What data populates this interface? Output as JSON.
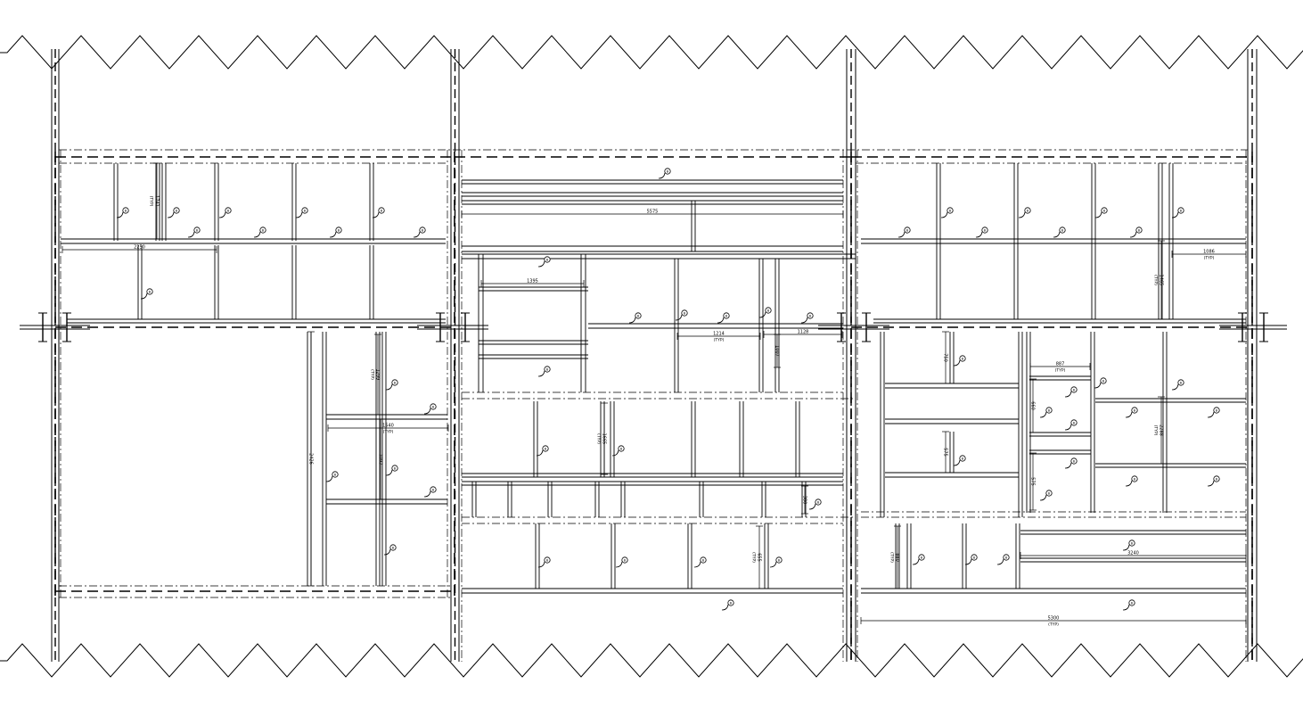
{
  "drawing": {
    "dimensions": [
      {
        "id": "d-2250",
        "text": "2250",
        "typ": false
      },
      {
        "id": "d-5575",
        "text": "5575",
        "typ": false
      },
      {
        "id": "d-1395",
        "text": "1395",
        "typ": false
      },
      {
        "id": "d-1214",
        "text": "1214",
        "typ": true
      },
      {
        "id": "d-1128",
        "text": "1128",
        "typ": false
      },
      {
        "id": "d-1007",
        "text": "1007",
        "typ": false
      },
      {
        "id": "d-1540",
        "text": "1540",
        "typ": true
      },
      {
        "id": "d-1741",
        "text": "1741",
        "typ": true
      },
      {
        "id": "d-1299",
        "text": "1299",
        "typ": true
      },
      {
        "id": "d-1665",
        "text": "1665",
        "typ": true
      },
      {
        "id": "d-1086",
        "text": "1086",
        "typ": true
      },
      {
        "id": "d-1465",
        "text": "1465",
        "typ": true
      },
      {
        "id": "d-887",
        "text": "887",
        "typ": true
      },
      {
        "id": "d-2288",
        "text": "2288",
        "typ": true
      },
      {
        "id": "d-3240",
        "text": "3240",
        "typ": false
      },
      {
        "id": "d-5300",
        "text": "5300",
        "typ": true
      },
      {
        "id": "d-655",
        "text": "655",
        "typ": true
      },
      {
        "id": "d-2426",
        "text": "2426",
        "typ": false
      },
      {
        "id": "d-1092",
        "text": "1092",
        "typ": false
      },
      {
        "id": "d-750",
        "text": "750",
        "typ": false
      },
      {
        "id": "d-575",
        "text": "575",
        "typ": false
      },
      {
        "id": "d-660",
        "text": "660",
        "typ": false
      },
      {
        "id": "d-575b",
        "text": "575",
        "typ": false
      },
      {
        "id": "d-880",
        "text": "880",
        "typ": true
      },
      {
        "id": "d-380",
        "text": "380",
        "typ": false
      }
    ],
    "typ_label": "(TYP)",
    "tag_label": "B"
  }
}
